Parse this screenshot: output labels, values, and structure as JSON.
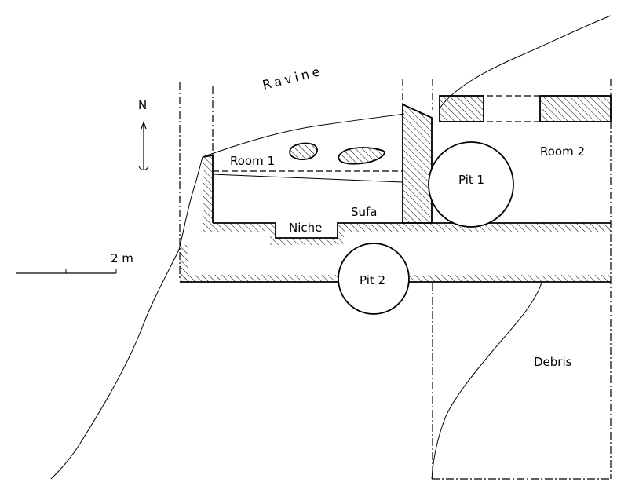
{
  "labels": {
    "ravine": "Ravine",
    "north": "N",
    "room1": "Room 1",
    "room2": "Room 2",
    "pit1": "Pit 1",
    "pit2": "Pit 2",
    "niche": "Niche",
    "sufa": "Sufa",
    "debris": "Debris",
    "scale": "2 m"
  },
  "icons": {
    "north_arrow": "north-arrow-icon"
  },
  "colors": {
    "ink": "#000000",
    "background": "#ffffff"
  }
}
